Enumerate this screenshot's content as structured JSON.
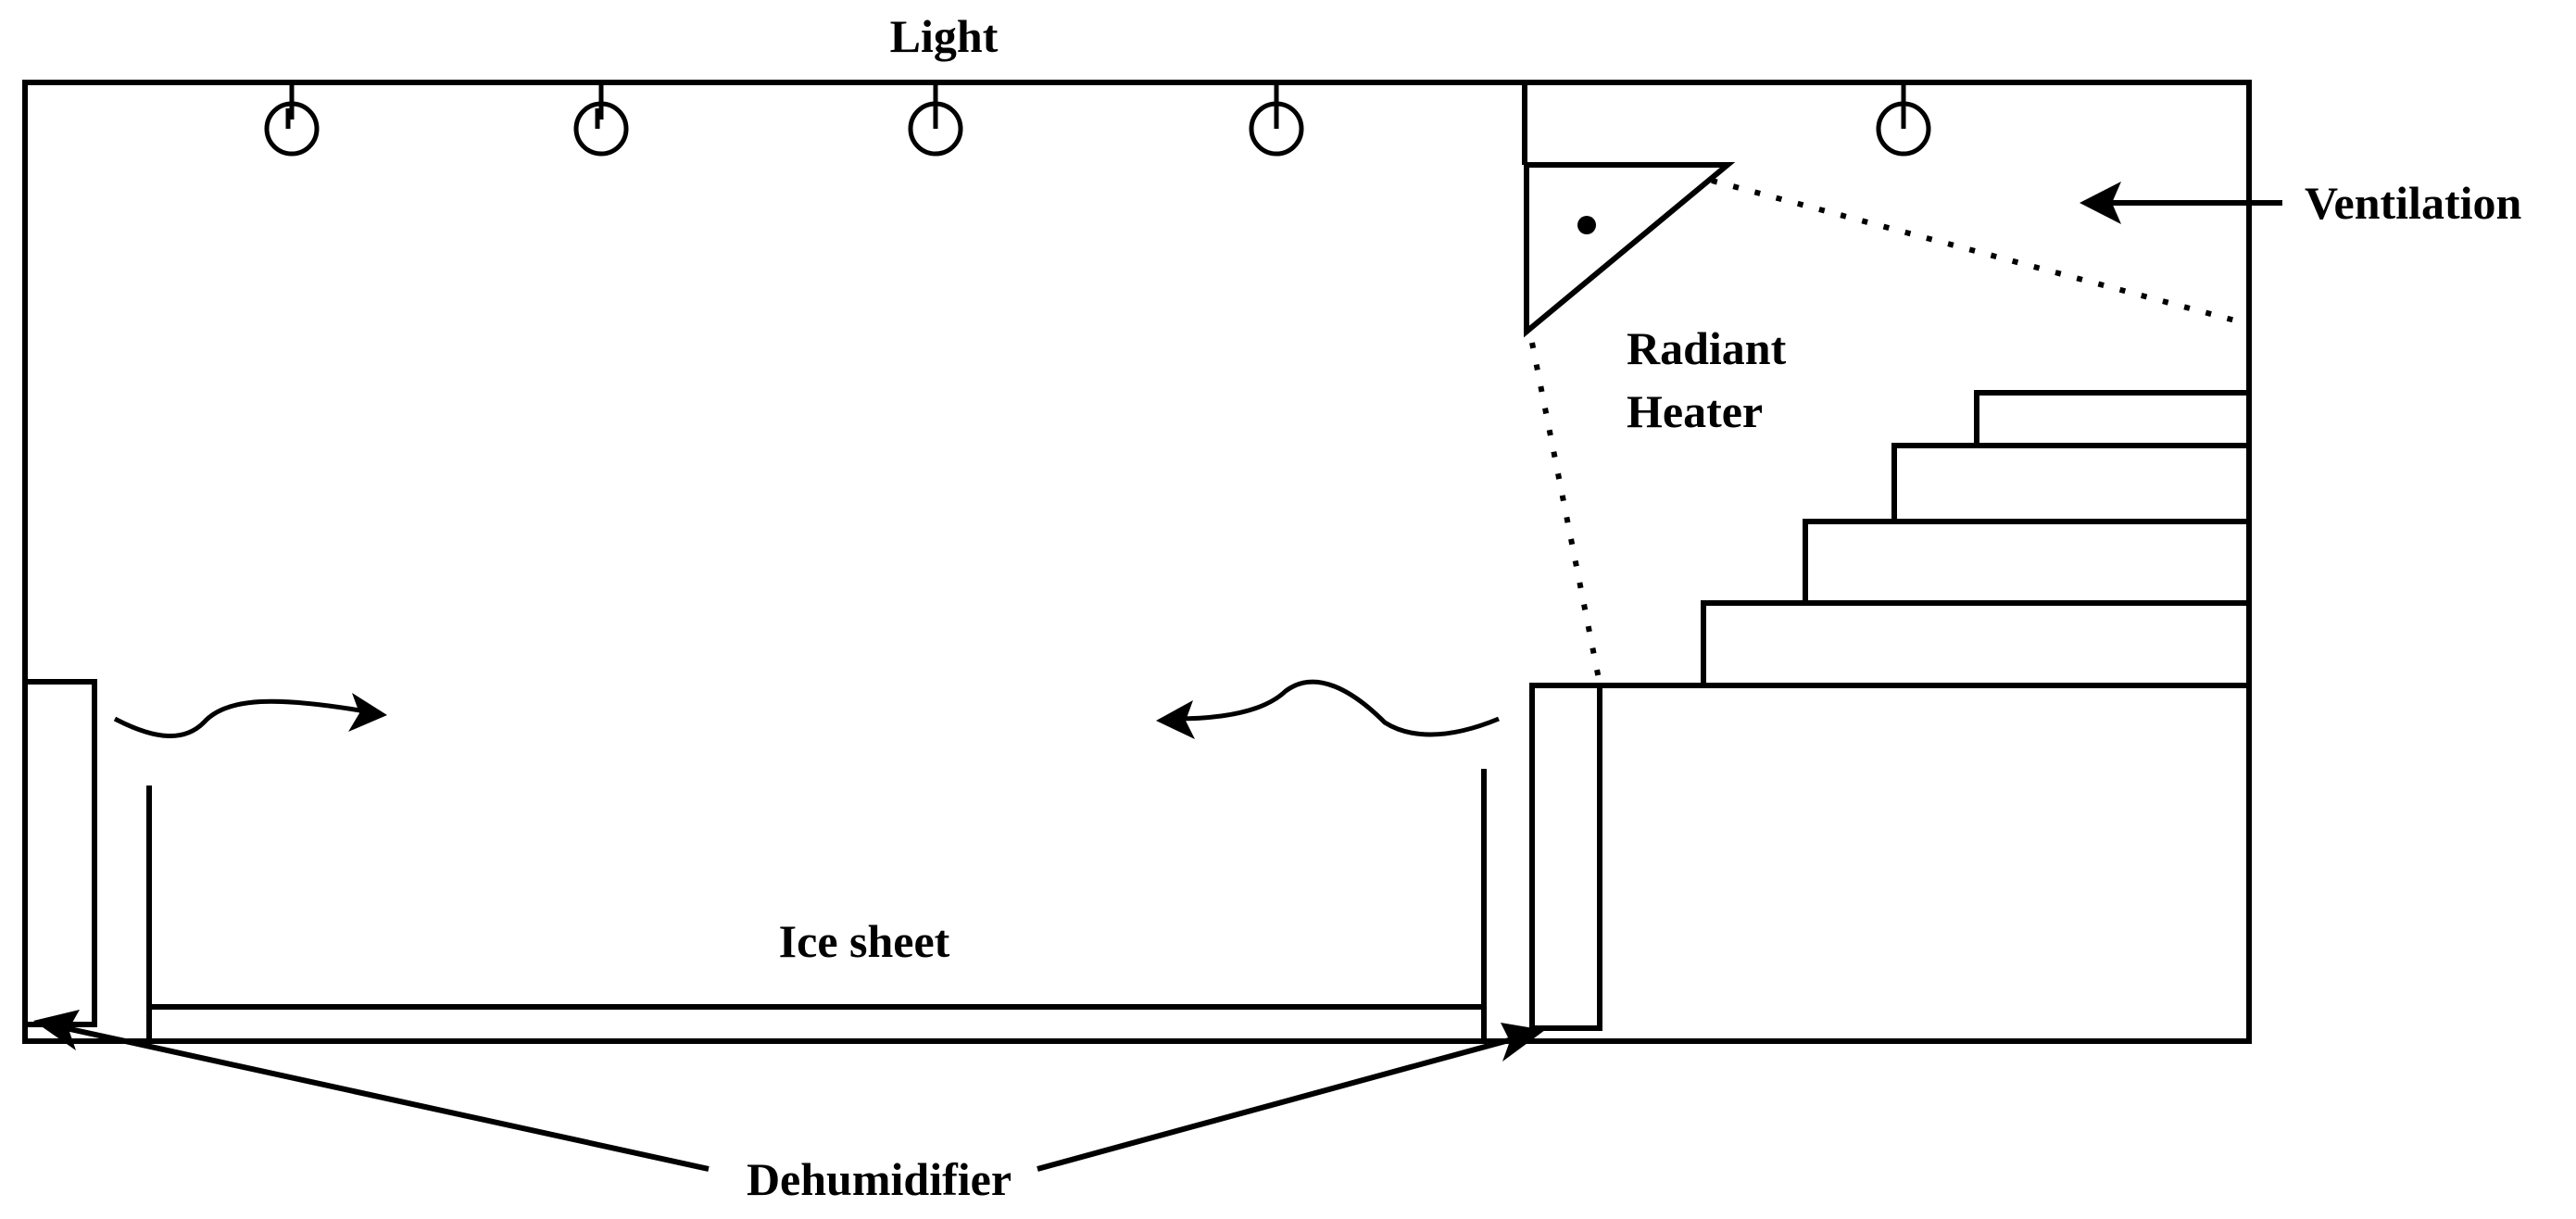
{
  "labels": {
    "light": "Light",
    "ventilation": "Ventilation",
    "radiant_heater_line1": "Radiant",
    "radiant_heater_line2": "Heater",
    "ice_sheet": "Ice sheet",
    "dehumidifier": "Dehumidifier"
  },
  "colors": {
    "stroke": "#000000",
    "background": "#ffffff"
  }
}
